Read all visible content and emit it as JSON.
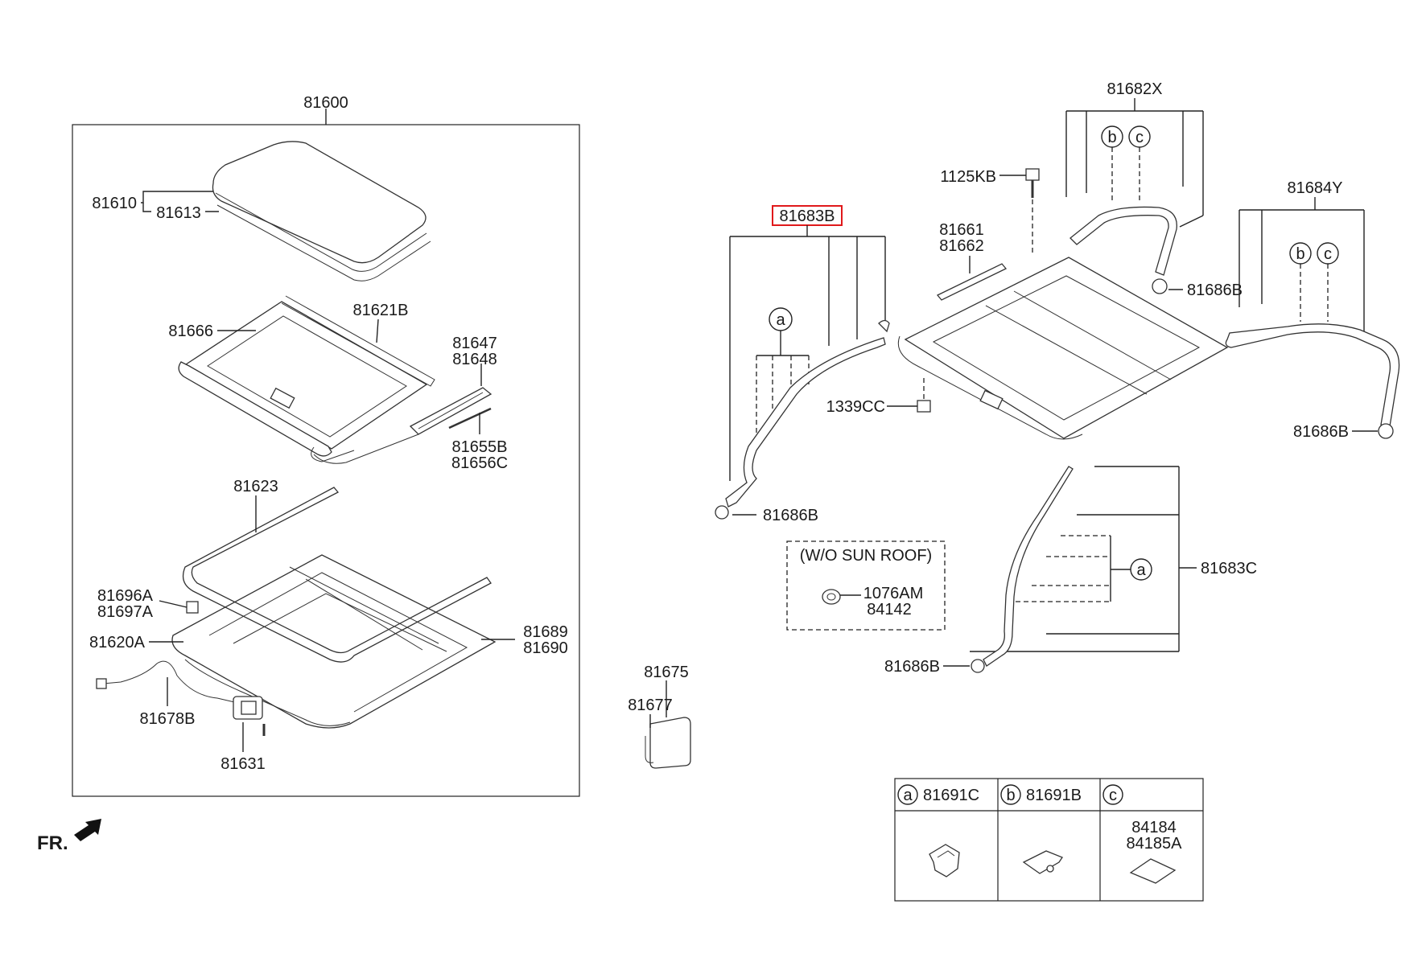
{
  "labels": {
    "p81600": "81600",
    "p81610": "81610",
    "p81613": "81613",
    "p81666": "81666",
    "p81621B": "81621B",
    "p81647": "81647",
    "p81648": "81648",
    "p81655B": "81655B",
    "p81656C": "81656C",
    "p81623": "81623",
    "p81696A": "81696A",
    "p81697A": "81697A",
    "p81620A": "81620A",
    "p81689": "81689",
    "p81690": "81690",
    "p81678B": "81678B",
    "p81631": "81631",
    "fr": "FR.",
    "p81675": "81675",
    "p81677": "81677",
    "p81683B": "81683B",
    "p81686B_left": "81686B",
    "p1125KB": "1125KB",
    "p81661": "81661",
    "p81662": "81662",
    "p1339CC": "1339CC",
    "p81682X": "81682X",
    "p81686B_top": "81686B",
    "p81684Y": "81684Y",
    "p81686B_right": "81686B",
    "p81683C": "81683C",
    "p81686B_bottom": "81686B",
    "wo_sunroof": "(W/O SUN ROOF)",
    "p1076AM": "1076AM",
    "p84142": "84142",
    "callout_a1": "a",
    "callout_a2": "a",
    "callout_b1": "b",
    "callout_c1": "c",
    "callout_b2": "b",
    "callout_c2": "c"
  },
  "legend": {
    "a_letter": "a",
    "a_part": "81691C",
    "b_letter": "b",
    "b_part": "81691B",
    "c_letter": "c",
    "c_part1": "84184",
    "c_part2": "84185A"
  },
  "highlight_color": "#e0191b"
}
